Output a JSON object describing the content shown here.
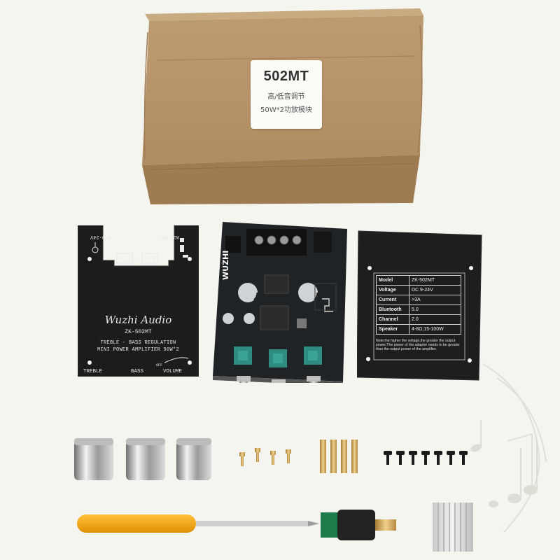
{
  "box": {
    "model": "502MT",
    "line1": "高/低音调节",
    "line2": "50W*2功放模块"
  },
  "front_panel": {
    "dc_label": "DC9-24V",
    "aux_label": "AUX-IN",
    "speaker_left": "+ L -",
    "speaker_right": "+ R -",
    "brand": "Wuzhi Audio",
    "model": "ZK-502MT",
    "desc_line1": "TREBLE - BASS REGULATION",
    "desc_line2": "MINI POWER AMPLIFIER 50W*2",
    "treble": "TREBLE",
    "bass": "BASS",
    "volume": "VOLUME",
    "off": "OFF"
  },
  "pcb": {
    "brand": "WUZHI"
  },
  "back_panel": {
    "specs": [
      {
        "key": "Model",
        "value": "ZK-502MT"
      },
      {
        "key": "Voltage",
        "value": "DC 9-24V"
      },
      {
        "key": "Current",
        "value": ">3A"
      },
      {
        "key": "Bluetooth",
        "value": "5.0"
      },
      {
        "key": "Channel",
        "value": "2.0"
      },
      {
        "key": "Speaker",
        "value": "4-8Ω;15-100W"
      }
    ],
    "note": "Note:the higher the voltage,the greater the output power.The power of the adapter needs to be greater than the output power of the amplifier."
  },
  "colors": {
    "background": "#f4f5ef",
    "cardboard": "#b89368",
    "panel_black": "#1c1c1c",
    "knob_teal": "#2f8c80",
    "handle_yellow": "#f0a412",
    "gold": "#d3a85a"
  }
}
